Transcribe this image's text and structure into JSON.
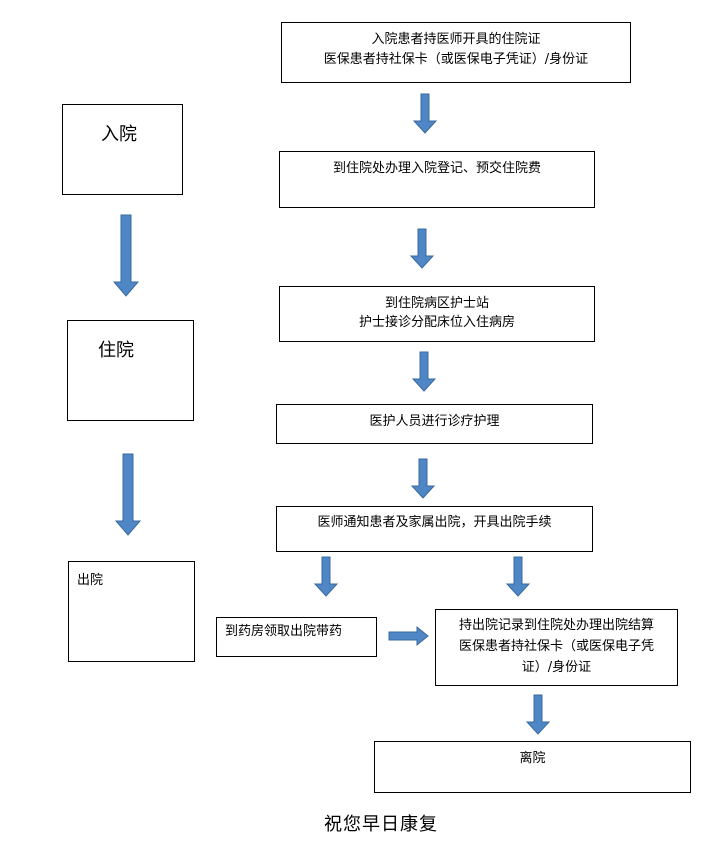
{
  "stages": {
    "admit": "入院",
    "stay": "住院",
    "discharge": "出院"
  },
  "steps": {
    "s1": {
      "line1": "入院患者持医师开具的住院证",
      "line2": "医保患者持社保卡（或医保电子凭证）/身份证"
    },
    "s2": {
      "line1": "到住院处办理入院登记、预交住院费"
    },
    "s3": {
      "line1": "到住院病区护士站",
      "line2": "护士接诊分配床位入住病房"
    },
    "s4": {
      "line1": "医护人员进行诊疗护理"
    },
    "s5": {
      "line1": "医师通知患者及家属出院，开具出院手续"
    },
    "s6": {
      "line1": "到药房领取出院带药"
    },
    "s7": {
      "line1": "持出院记录到住院处办理出院结算",
      "line2": "医保患者持社保卡（或医保电子凭",
      "line3": "证）/身份证"
    },
    "s8": {
      "line1": "离院"
    }
  },
  "footer": "祝您早日康复",
  "colors": {
    "arrow_fill": "#4F86C6",
    "arrow_stroke": "#3A6A9E",
    "border": "#000000"
  }
}
